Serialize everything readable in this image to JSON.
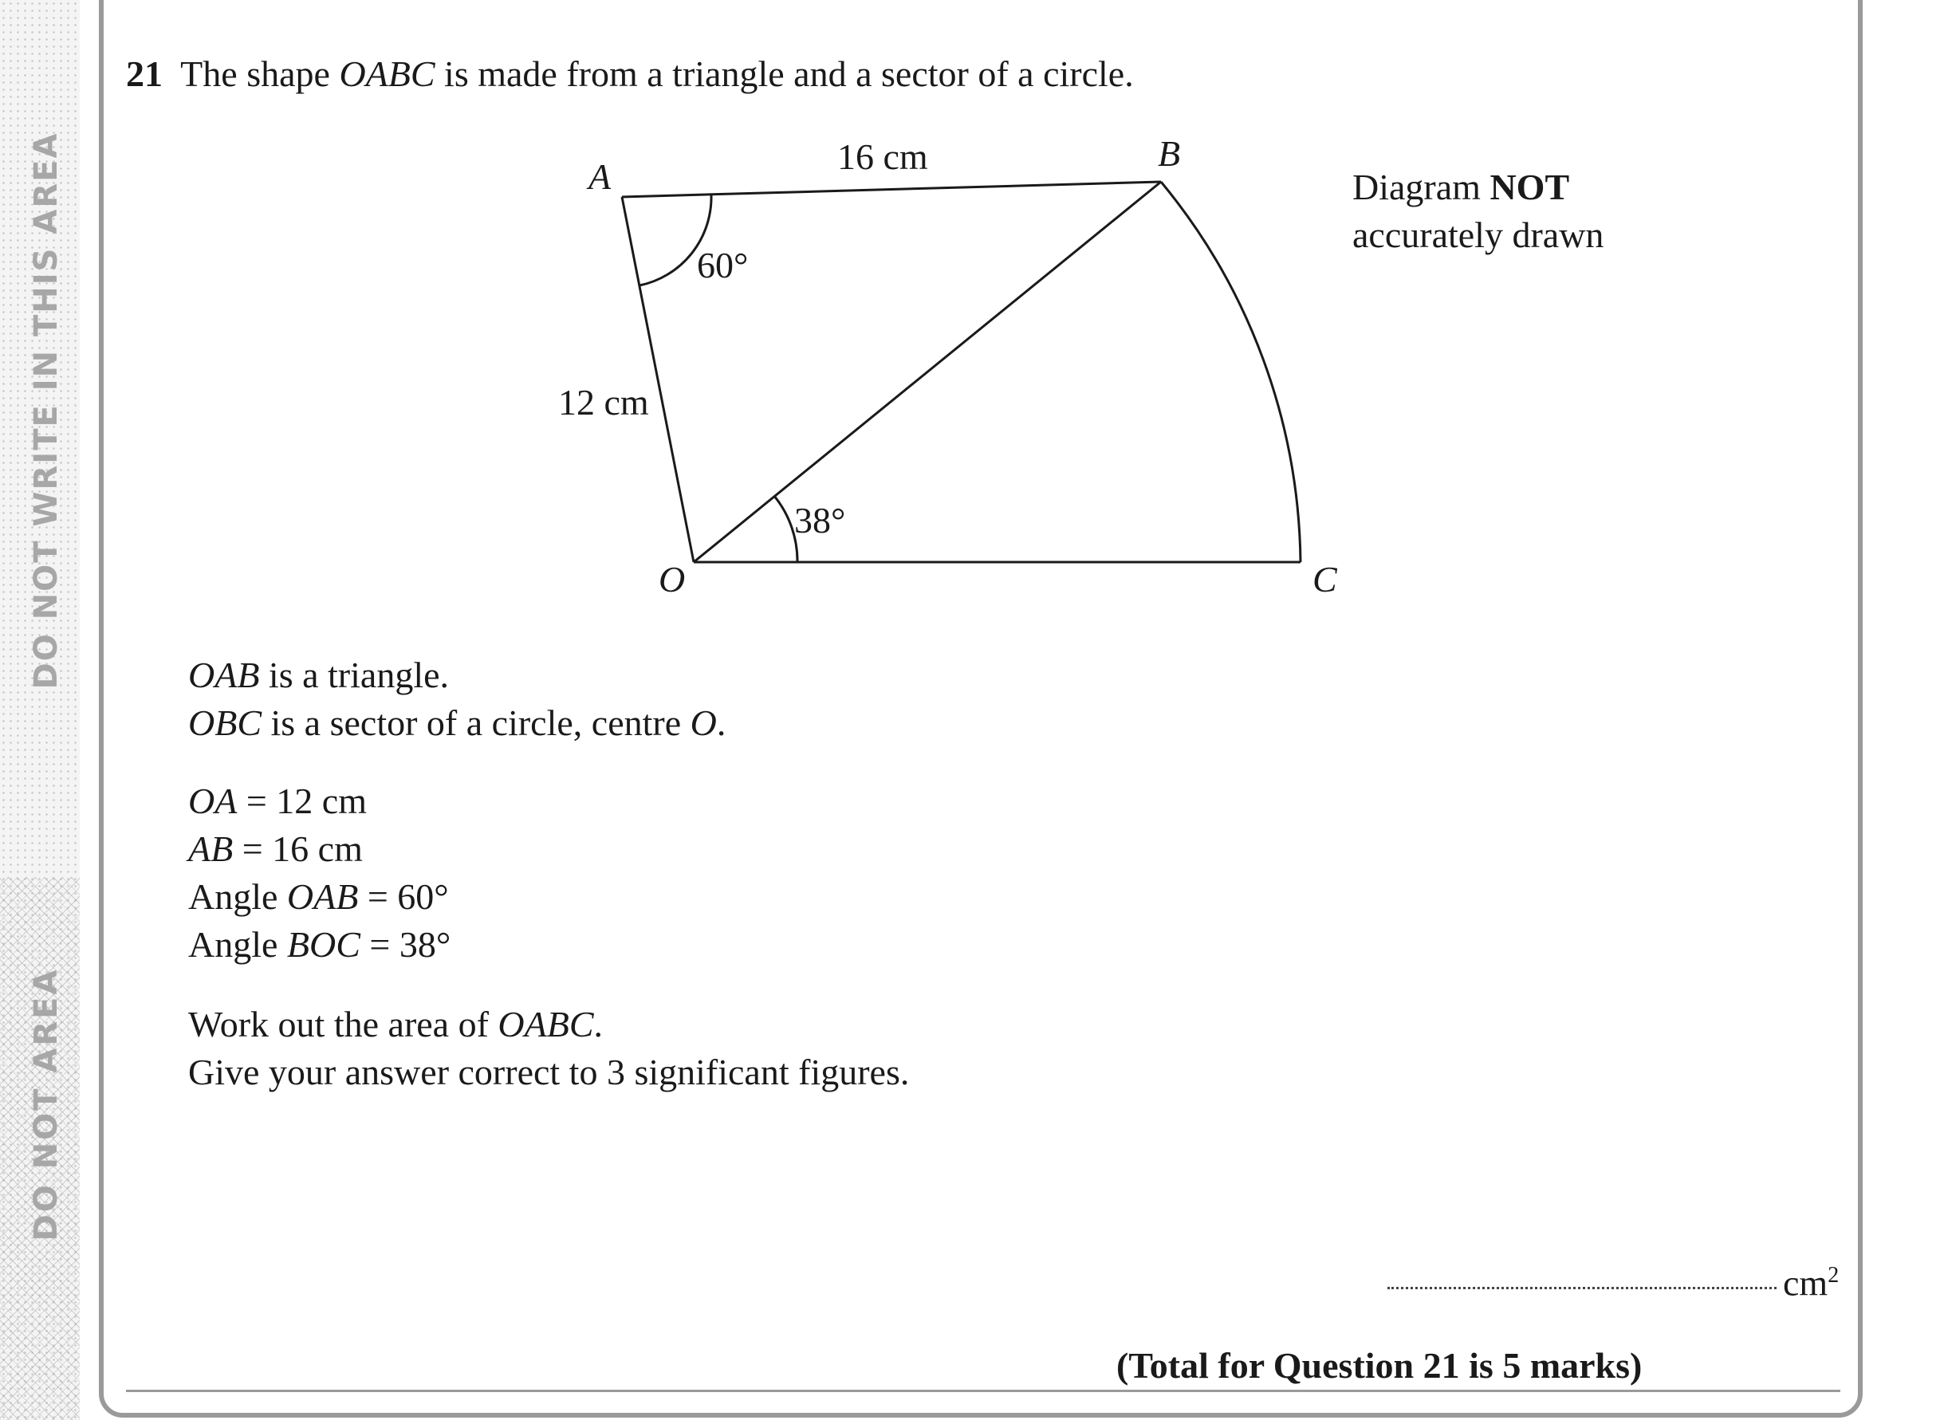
{
  "margin": {
    "upper": "DO NOT WRITE IN THIS AREA",
    "lower": "DO NOT AREA"
  },
  "question": {
    "number": "21",
    "intro_pre": "The shape ",
    "intro_shape": "OABC",
    "intro_post": " is made from a triangle and a sector of a circle."
  },
  "diagram": {
    "vertex_labels": {
      "A": "A",
      "B": "B",
      "O": "O",
      "C": "C"
    },
    "length_labels": {
      "AB": "16 cm",
      "OA": "12 cm"
    },
    "angle_labels": {
      "OAB": "60°",
      "BOC": "38°"
    },
    "note_pre": "Diagram ",
    "note_bold": "NOT",
    "note_line2": "accurately drawn"
  },
  "statements": [
    {
      "it": "OAB",
      "rest": " is a triangle."
    },
    {
      "it": "OBC",
      "rest": " is a sector of a circle, centre ",
      "it2": "O",
      "rest2": "."
    }
  ],
  "givens": [
    {
      "pre": "",
      "it": "OA",
      "post": " = 12 cm"
    },
    {
      "pre": "",
      "it": "AB",
      "post": " = 16 cm"
    },
    {
      "pre": "Angle ",
      "it": "OAB",
      "post": " = 60°"
    },
    {
      "pre": "Angle ",
      "it": "BOC",
      "post": " = 38°"
    }
  ],
  "task": {
    "line1_pre": "Work out the area of ",
    "line1_it": "OABC",
    "line1_post": ".",
    "line2": "Give your answer correct to 3 significant figures."
  },
  "answer": {
    "unit": "cm",
    "unit_power": "2"
  },
  "total": "(Total for Question 21 is 5 marks)"
}
